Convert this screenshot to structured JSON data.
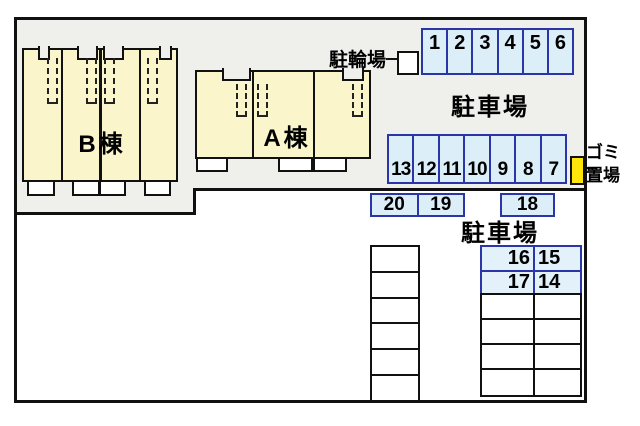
{
  "diagram": {
    "building_b_label": "B棟",
    "building_a_label": "A棟",
    "bicycle_area_label": "駐輪場",
    "parking_label_upper": "駐車場",
    "parking_label_lower": "駐車場",
    "garbage_label_line1": "ゴミ",
    "garbage_label_line2": "置場",
    "spaces": {
      "top_row": [
        "1",
        "2",
        "3",
        "4",
        "5",
        "6"
      ],
      "middle_row": [
        "13",
        "12",
        "11",
        "10",
        "9",
        "8",
        "7"
      ],
      "small_row": [
        "20",
        "19"
      ],
      "single": "18",
      "grid": [
        [
          "16",
          "15"
        ],
        [
          "17",
          "14"
        ]
      ]
    },
    "colors": {
      "site_background": "#efefec",
      "building_fill": "#faf5cb",
      "parking_space_fill": "#dceef8",
      "parking_space_border": "#2a35a8",
      "garbage_fill": "#ffe60a",
      "outline": "#111111"
    }
  }
}
